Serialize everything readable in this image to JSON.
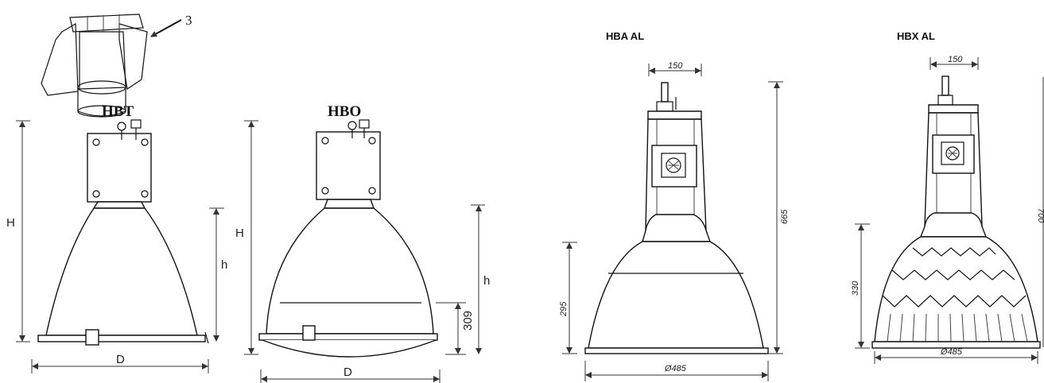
{
  "callout_number": "3",
  "hbt": {
    "title": "HBT",
    "height_label": "H",
    "h_label": "h",
    "diameter_label": "D"
  },
  "hbo": {
    "title": "HBO",
    "height_label": "H",
    "h_label": "h",
    "diameter_label": "D",
    "dim_309": "309"
  },
  "hba": {
    "title": "HBA AL",
    "top_width": "150",
    "total_height": "665",
    "reflector_height": "295",
    "diameter": "Ø485"
  },
  "hbx": {
    "title": "HBX AL",
    "top_width": "150",
    "total_height": "700",
    "reflector_height": "330",
    "diameter": "Ø485"
  }
}
